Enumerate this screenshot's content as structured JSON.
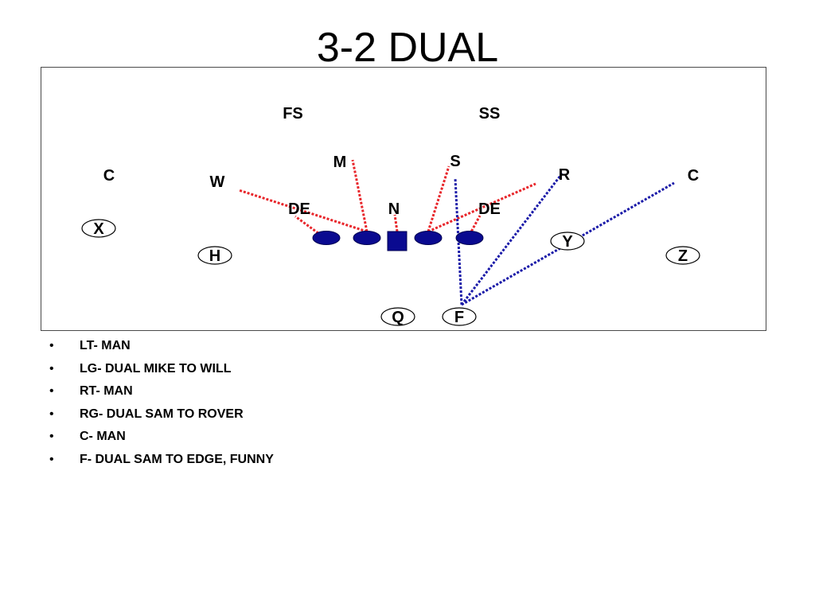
{
  "page": {
    "title": "3-2 DUAL"
  },
  "colors": {
    "red_route": "#e8262b",
    "blue_route": "#1a1aa8",
    "lineman_fill": "#0a0a90",
    "lineman_stroke": "#000050"
  },
  "defense": {
    "fs": "FS",
    "ss": "SS",
    "m": "M",
    "s": "S",
    "c_left": "C",
    "c_right": "C",
    "w": "W",
    "r": "R",
    "de_left": "DE",
    "n": "N",
    "de_right": "DE"
  },
  "offense": {
    "x": "X",
    "h": "H",
    "y": "Y",
    "z": "Z",
    "q": "Q",
    "f": "F"
  },
  "assignments": [
    "LT- MAN",
    "LG- DUAL MIKE TO WILL",
    "RT- MAN",
    "RG- DUAL SAM TO ROVER",
    "C- MAN",
    "F- DUAL SAM TO EDGE, FUNNY"
  ],
  "bullet": "•"
}
